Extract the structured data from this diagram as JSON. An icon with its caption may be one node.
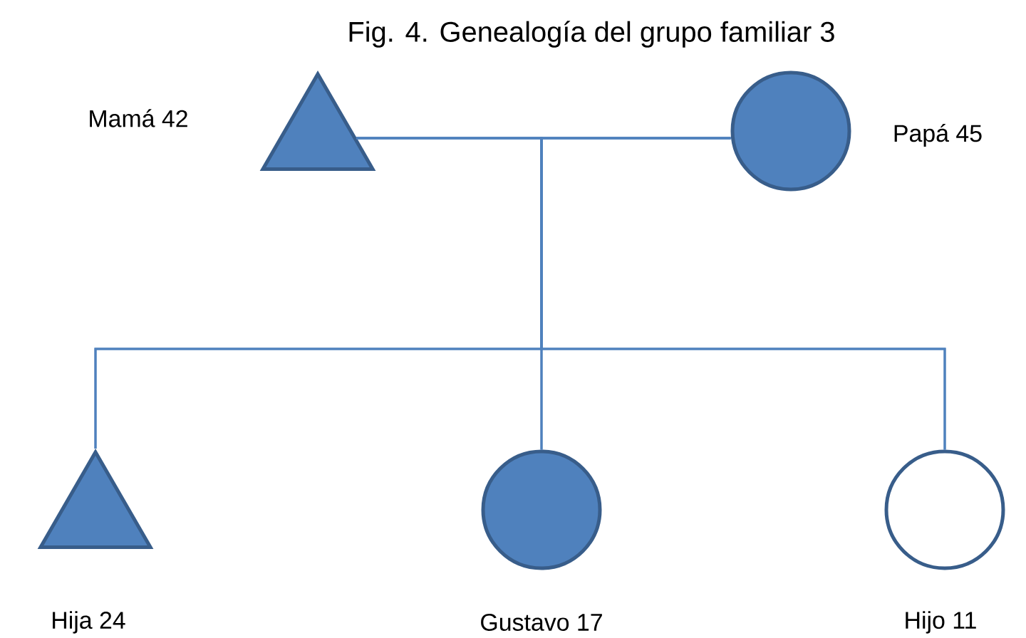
{
  "diagram": {
    "title": "Fig. 4. Genealogía del grupo familiar 3",
    "nodes": [
      {
        "text": [],
        "shape": "triangle",
        "beside": [
          "Mamá 42"
        ]
      },
      {
        "text": [],
        "shape": "circle",
        "beside": [
          "Papá 45"
        ]
      },
      {
        "text": [],
        "shape": "triangle",
        "beside": [
          "Hija 24"
        ]
      },
      {
        "text": [],
        "shape": "circle",
        "beside": [
          "Gustavo 17"
        ]
      },
      {
        "text": [],
        "shape": "circle",
        "beside": [
          "Hijo 11"
        ]
      }
    ],
    "edges": [
      {
        "from": 0,
        "to": 1,
        "arrow": "none"
      },
      {
        "from": 0,
        "to": 2,
        "arrow": "none"
      },
      {
        "from": 0,
        "to": 3,
        "arrow": "none"
      },
      {
        "from": 0,
        "to": 4,
        "arrow": "none"
      },
      {
        "from": 1,
        "to": 2,
        "arrow": "none"
      },
      {
        "from": 1,
        "to": 3,
        "arrow": "none"
      },
      {
        "from": 1,
        "to": 4,
        "arrow": "none"
      }
    ]
  }
}
